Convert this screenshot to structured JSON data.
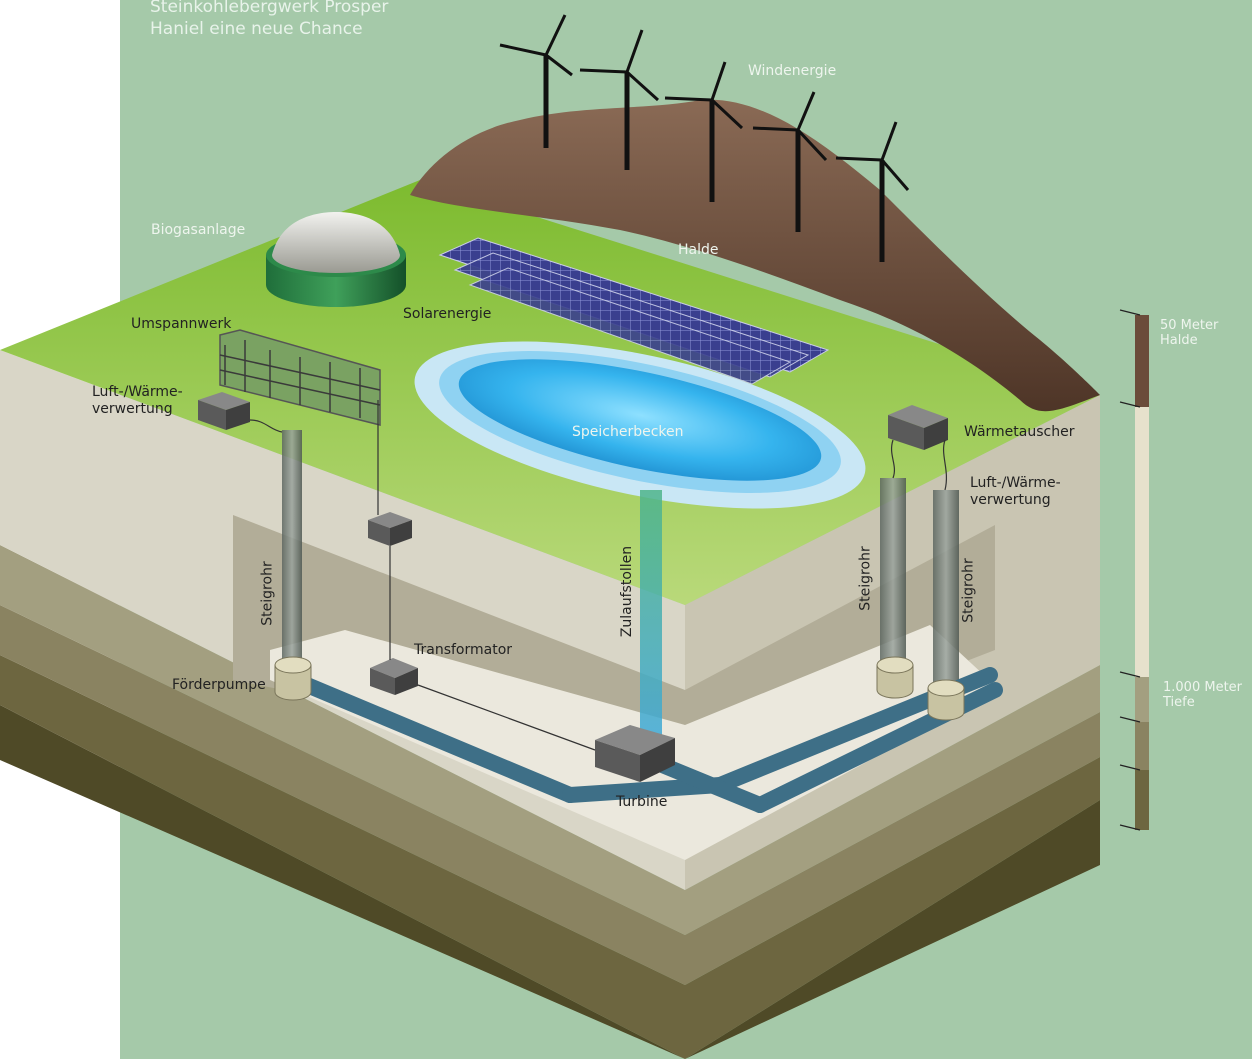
{
  "title_lines": [
    "Steinkohlebergwerk Prosper",
    "Haniel eine neue Chance"
  ],
  "labels": {
    "windenergie": "Windenergie",
    "biogasanlage": "Biogasanlage",
    "halde": "Halde",
    "solarenergie": "Solarenergie",
    "umspannwerk": "Umspannwerk",
    "luft_waerme_left": [
      "Luft-/Wärme-",
      "verwertung"
    ],
    "speicherbecken": "Speicherbecken",
    "waermetauscher": "Wärmetauscher",
    "luft_waerme_right": [
      "Luft-/Wärme-",
      "verwertung"
    ],
    "steigrohr_left": "Steigrohr",
    "zulaufstollen": "Zulaufstollen",
    "steigrohr_right_1": "Steigrohr",
    "steigrohr_right_2": "Steigrohr",
    "transformator": "Transformator",
    "foerderpumpe": "Förderpumpe",
    "turbine": "Turbine"
  },
  "scale": {
    "halde": [
      "50 Meter",
      "Halde"
    ],
    "tiefe": [
      "1.000 Meter",
      "Tiefe"
    ]
  },
  "colors": {
    "background": "#a5c9a9",
    "grass": "#8cc63f",
    "soil_wall": "#d9d6c7",
    "strata_1": "#a39f80",
    "strata_2": "#8a8361",
    "strata_3": "#6d6640",
    "strata_4": "#4f4a27",
    "halde": "#6b4c3a",
    "water": "#3fb5e8",
    "pipe": "#3e6f87",
    "box": "#5a5a5a"
  }
}
